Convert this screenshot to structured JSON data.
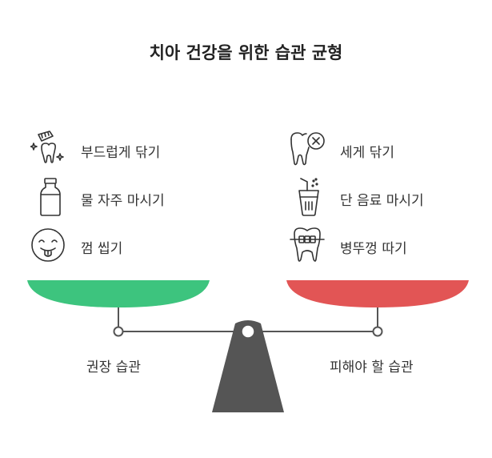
{
  "title": "치아 건강을 위한 습관 균형",
  "left_side": {
    "caption": "권장 습관",
    "color": "#3dc47e",
    "items": [
      {
        "label": "부드럽게 닦기",
        "icon": "gentle-toothbrush-icon"
      },
      {
        "label": "물 자주 마시기",
        "icon": "water-bottle-icon"
      },
      {
        "label": "껌 씹기",
        "icon": "chewing-gum-face-icon"
      }
    ]
  },
  "right_side": {
    "caption": "피해야 할 습관",
    "color": "#e25555",
    "items": [
      {
        "label": "세게 닦기",
        "icon": "damaged-tooth-icon"
      },
      {
        "label": "단 음료 마시기",
        "icon": "sugary-drink-icon"
      },
      {
        "label": "병뚜껑 따기",
        "icon": "tooth-braces-icon"
      }
    ]
  },
  "colors": {
    "beam": "#555555",
    "fulcrum": "#555555"
  }
}
